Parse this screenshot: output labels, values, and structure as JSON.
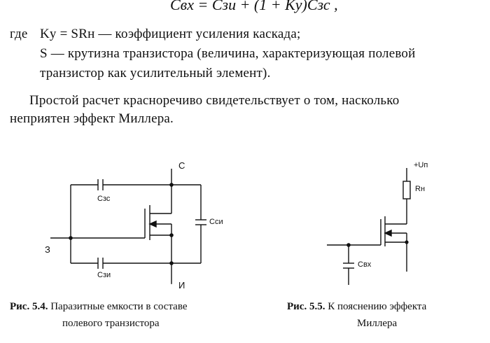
{
  "formula": "Cвх = Cзи + (1 + Kу)Cзс ,",
  "definitions": {
    "where_word": "где",
    "line1": "Kу = SRн — коэффициент усиления каскада;",
    "line2": "S — крутизна транзистора (величина, характеризующая полевой",
    "line3": "транзистор как усилительный элемент)."
  },
  "paragraph": {
    "line1": "Простой расчет красноречиво свидетельствует о том, насколько",
    "line2": "неприятен эффект Миллера."
  },
  "figure_54": {
    "label_drain": "С",
    "label_gate": "З",
    "label_source": "И",
    "cap_gd": "Сзс",
    "cap_gs": "Сзи",
    "cap_ds": "Сси",
    "caption_num": "Рис. 5.4.",
    "caption_line1": "Паразитные емкости в составе",
    "caption_line2": "полевого транзистора"
  },
  "figure_55": {
    "supply": "+Uп",
    "resistor": "Rн",
    "cap_in": "Свх",
    "caption_num": "Рис. 5.5.",
    "caption_line1": "К пояснению эффекта",
    "caption_line2": "Миллера"
  }
}
